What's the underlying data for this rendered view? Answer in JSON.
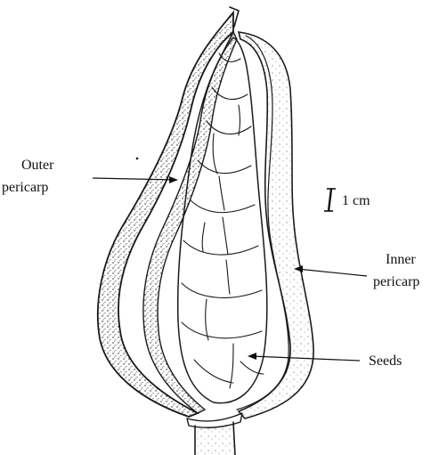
{
  "labels": {
    "outer_pericarp_line1": "Outer",
    "outer_pericarp_line2": "pericarp",
    "scale": "1 cm",
    "inner_pericarp_line1": "Inner",
    "inner_pericarp_line2": "pericarp",
    "seeds": "Seeds"
  },
  "colors": {
    "ink": "#1a1a1a",
    "background": "#ffffff"
  }
}
